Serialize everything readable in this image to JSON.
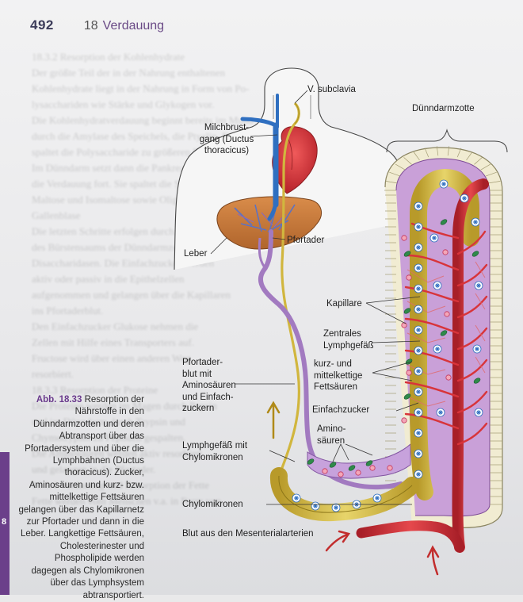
{
  "header": {
    "page_number": "492",
    "chapter_number": "18",
    "chapter_title": "Verdauung"
  },
  "side_tab": {
    "label": "8"
  },
  "caption": {
    "label": "Abb. 18.33",
    "text": "Resorption der Nährstoffe in den Dünndarmzotten und deren Abtransport über das Pfortadersystem und über die Lymphbahnen (Ductus thoracicus). Zucker, Aminosäuren und kurz- bzw. mittelkettige Fettsäuren gelangen über das Kapillarnetz zur Pfortader und dann in die Leber. Langkettige Fettsäuren, Cholesterinester und Phospholipide werden dagegen als Chylomikronen über das Lymphsystem abtransportiert."
  },
  "labels": {
    "v_subclavia": "V. subclavia",
    "duenndarmzotte": "Dünndarmzotte",
    "milchbrustgang": [
      "Milchbrust-",
      "gang (Ductus",
      "thoracicus)"
    ],
    "leber": "Leber",
    "pfortader": "Pfortader",
    "kapillare": "Kapillare",
    "zentrales_lymphgefaess": [
      "Zentrales",
      "Lymphgefäß"
    ],
    "fettsaeuren": [
      "kurz- und",
      "mittelkettige",
      "Fettsäuren"
    ],
    "pfortaderblut": [
      "Pfortader-",
      "blut mit",
      "Aminosäuren",
      "und Einfach-",
      "zuckern"
    ],
    "einfachzucker": "Einfachzucker",
    "aminosaeuren": [
      "Amino-",
      "säuren"
    ],
    "lymphgefaess": [
      "Lymphgefäß mit",
      "Chylomikronen"
    ],
    "chylomikronen": "Chylomikronen",
    "mesenterialarterien": "Blut aus den Mesenterialarterien"
  },
  "colors": {
    "artery_red": "#d8343a",
    "vein_blue": "#2f6fc0",
    "portal_purple": "#b48ad0",
    "lymph_yellow": "#d9c24a",
    "liver_brown": "#c87a3e",
    "epithelium": "#f3efd9",
    "accent_purple": "#6a3a8c"
  },
  "ghost_lines": [
    "18.3.2 Resorption der Kohlenhydrate",
    "Der größte Teil der in der Nahrung enthaltenen",
    "Kohlenhydrate liegt in der Nahrung in Form von Po-",
    "lysacchariden wie Stärke und Glykogen vor.",
    "Die Kohlenhydratverdauung beginnt bereits im Mund",
    "durch die Amylase des Speichels, die Ptyalin. Diese",
    "spaltet die Polysaccharide zu größeren Bruchstücken.",
    "Im Dünndarm setzt dann die Pankreas-Amylase",
    "die Verdauung fort. Sie spaltet die Stärke in",
    "Maltose und Isomaltose sowie Oligosaccharide.",
    "Gallenblase",
    "Die letzten Schritte erfolgen durch Enzyme",
    "des Bürstensaums der Dünndarmzellen, die",
    "Disaccharidasen. Die Einfachzucker werden",
    "aktiv oder passiv in die Epithelzellen",
    "aufgenommen und gelangen über die Kapillaren",
    "ins Pfortaderblut.",
    "Den Einfachzucker Glukose nehmen die",
    "Zellen mit Hilfe eines Transporters auf.",
    "Fructose wird über einen anderen Weg",
    "resorbiert.",
    "18.3.3 Resorption der Proteine",
    "Die Proteine werden im Magen durch Pepsin",
    "und im Dünndarm durch Trypsin und",
    "Chymotrypsin zu Peptiden gespalten.",
    "Die Aminosäuren werden aktiv resorbiert",
    "und gelangen in die Pfortader.",
    "18.3.4 Verdauung und Resorption der Fette",
    "Fette werden vom Menschen v.a. in Form von"
  ]
}
